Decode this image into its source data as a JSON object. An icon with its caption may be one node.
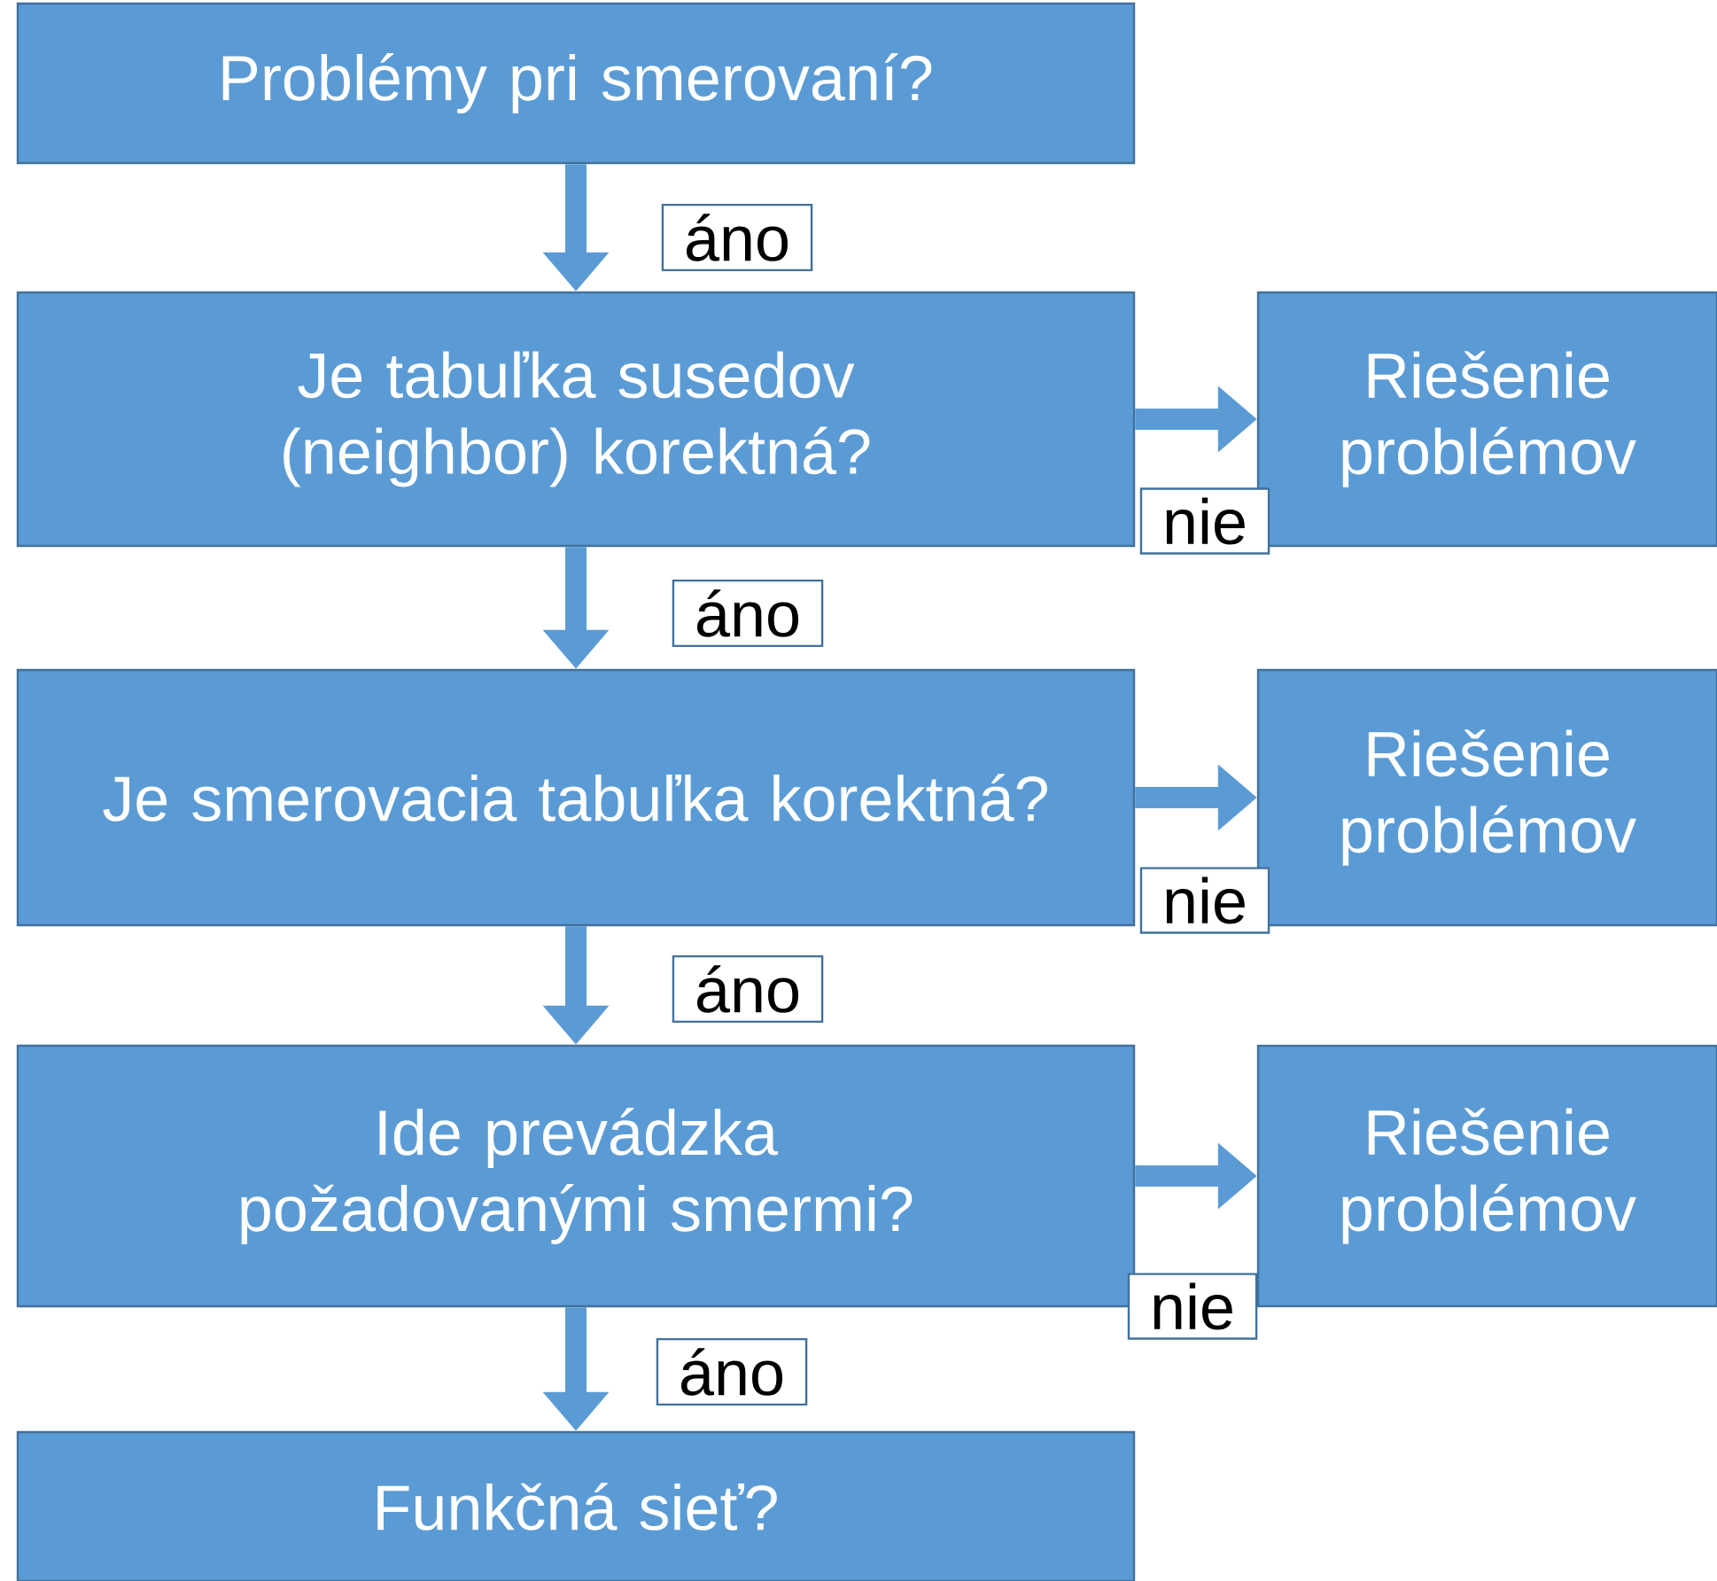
{
  "diagram": {
    "nodes": [
      {
        "text": [
          "Problémy pri smerovaní?"
        ]
      },
      {
        "text": [
          "Je tabuľka susedov (neighbor) korektná?"
        ]
      },
      {
        "text": [
          "Riešenie problémov"
        ]
      },
      {
        "text": [
          "Je smerovacia tabuľka korektná?"
        ]
      },
      {
        "text": [
          "Riešenie problémov"
        ]
      },
      {
        "text": [
          "Ide prevádzka požadovanými smermi?"
        ]
      },
      {
        "text": [
          "Riešenie problémov"
        ]
      },
      {
        "text": [
          "Funkčná sieť?"
        ]
      }
    ],
    "edges": [
      {
        "from": 0,
        "to": 1,
        "arrow": "to",
        "label": "áno"
      },
      {
        "from": 1,
        "to": 2,
        "arrow": "to",
        "label": "nie"
      },
      {
        "from": 1,
        "to": 3,
        "arrow": "to",
        "label": "áno"
      },
      {
        "from": 3,
        "to": 4,
        "arrow": "to",
        "label": "nie"
      },
      {
        "from": 3,
        "to": 5,
        "arrow": "to",
        "label": "áno"
      },
      {
        "from": 5,
        "to": 6,
        "arrow": "to",
        "label": "nie"
      },
      {
        "from": 5,
        "to": 7,
        "arrow": "to",
        "label": "áno"
      }
    ]
  }
}
